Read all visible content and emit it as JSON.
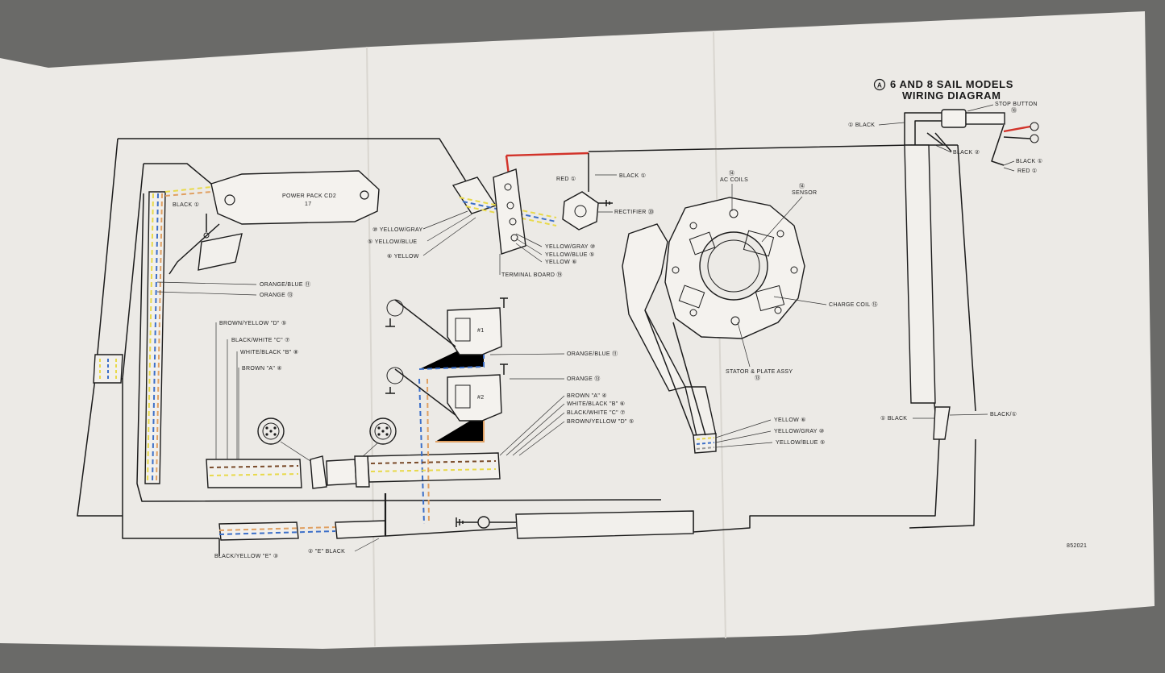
{
  "title": {
    "marker": "A",
    "line1": "6 AND 8 SAIL MODELS",
    "line2": "WIRING DIAGRAM"
  },
  "figure_number": "852021",
  "labels": {
    "power_pack": "POWER PACK CD2",
    "power_pack_num": "17",
    "black_1_pp": "BLACK ①",
    "yellow_gray_10": "⑩ YELLOW/GRAY",
    "yellow_blue_5": "⑤ YELLOW/BLUE",
    "yellow_6": "⑥ YELLOW",
    "red_1": "RED ①",
    "black_1_top": "BLACK ①",
    "rectifier": "RECTIFIER ⑳",
    "yellow_gray_r": "YELLOW/GRAY ⑩",
    "yellow_blue_r": "YELLOW/BLUE ⑤",
    "yellow_r": "YELLOW ⑥",
    "terminal_board": "TERMINAL BOARD ⑲",
    "orange_blue_11": "ORANGE/BLUE ⑪",
    "orange_13": "ORANGE ⑬",
    "brown_yellow_d": "BROWN/YELLOW \"D\" ⑤",
    "black_white_c": "BLACK/WHITE \"C\" ⑦",
    "white_black_b": "WHITE/BLACK \"B\" ⑧",
    "brown_a": "BROWN \"A\" ④",
    "orange_blue_mid": "ORANGE/BLUE ⑪",
    "orange_mid": "ORANGE ⑬",
    "brown_a_r": "BROWN \"A\" ④",
    "white_black_b_r": "WHITE/BLACK \"B\" ⑥",
    "black_white_c_r": "BLACK/WHITE \"C\" ⑦",
    "brown_yellow_d_r": "BROWN/YELLOW \"D\" ⑤",
    "coil1": "#1",
    "coil2": "#2",
    "ac_coils": "AC COILS",
    "ac_coils_num": "⑭",
    "sensor": "SENSOR",
    "sensor_num": "⑭",
    "charge_coil": "CHARGE COIL ⑮",
    "stator": "STATOR & PLATE ASSY",
    "stator_num": "⑬",
    "yellow_6_s": "YELLOW ⑥",
    "yellow_gray_s": "YELLOW/GRAY ⑩",
    "yellow_blue_s": "YELLOW/BLUE ⑤",
    "black_1_left": "① BLACK",
    "black_1_right": "BLACK/①",
    "stop_button": "STOP BUTTON",
    "stop_button_num": "⑱",
    "black_1_stop": "① BLACK",
    "black_2_stop": "BLACK ②",
    "black_1_end": "BLACK ①",
    "red_1_end": "RED ①",
    "black_yellow_e": "BLACK/YELLOW \"E\" ③",
    "e_black": "② \"E\" BLACK"
  },
  "colors": {
    "paper": "#eceae6",
    "carpet": "#6a6a68",
    "ink": "#1c1c1c",
    "wire_yellow": "#e8d94a",
    "wire_blue": "#3c6fc8",
    "wire_orange": "#e0a062",
    "wire_red": "#d2332a",
    "wire_brown": "#7a4b2a",
    "wire_gray": "#9a9a9a"
  }
}
